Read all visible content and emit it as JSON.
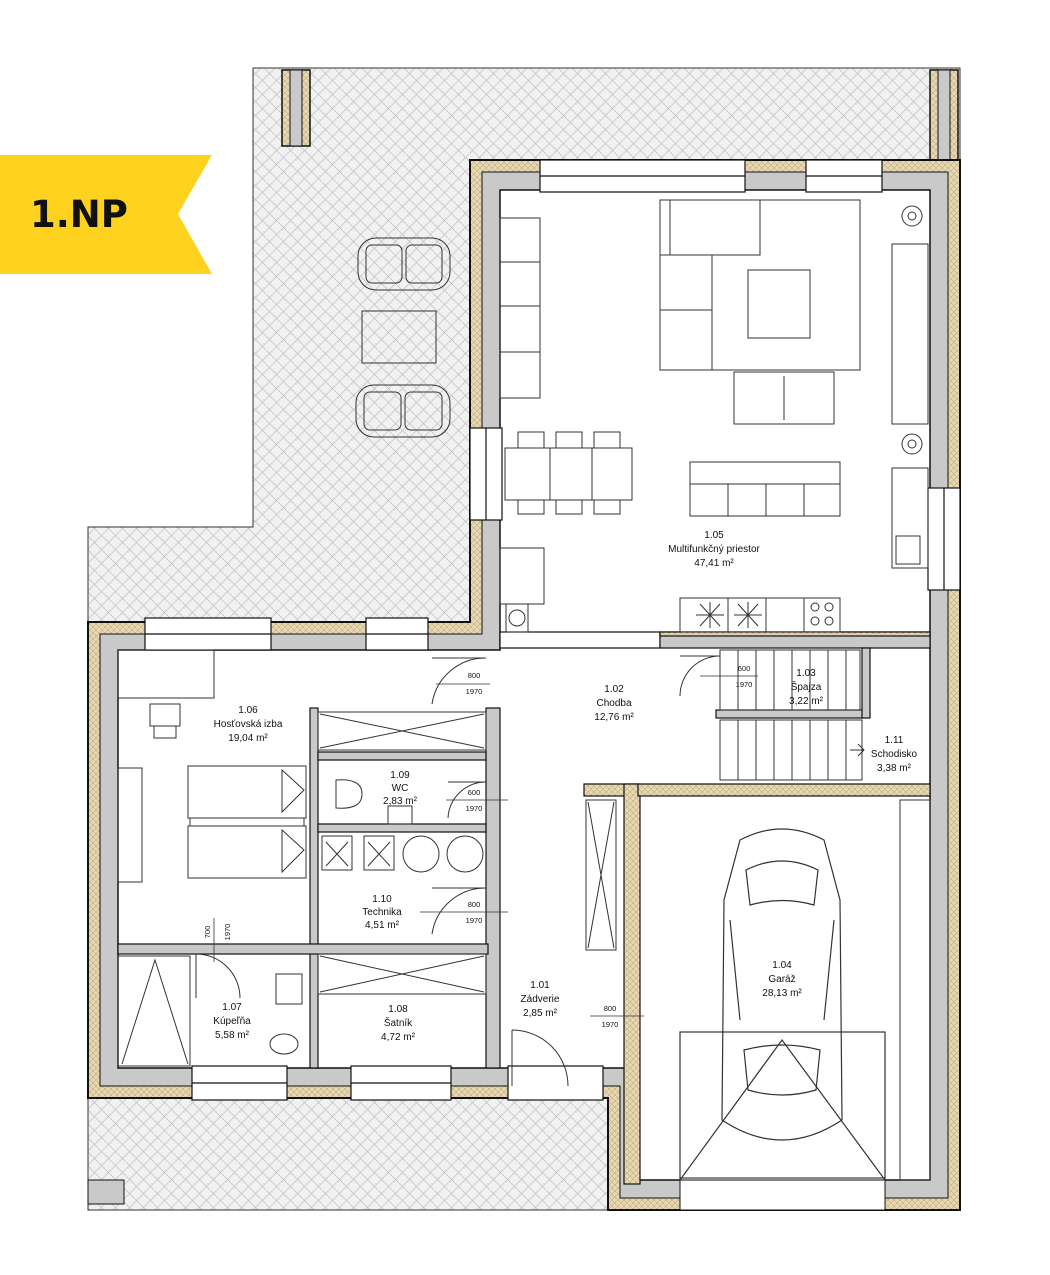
{
  "floor_label": "1.NP",
  "colors": {
    "badge": "#FFD21F",
    "wall": "#c9c9c9",
    "insulation": "#e6d7b4",
    "outline": "#111111"
  },
  "rooms": [
    {
      "number": "1.01",
      "name": "Zádverie",
      "area": "2,85 m²"
    },
    {
      "number": "1.02",
      "name": "Chodba",
      "area": "12,76 m²"
    },
    {
      "number": "1.03",
      "name": "Špajza",
      "area": "3,22 m²"
    },
    {
      "number": "1.04",
      "name": "Garáž",
      "area": "28,13 m²"
    },
    {
      "number": "1.05",
      "name": "Multifunkčný priestor",
      "area": "47,41 m²"
    },
    {
      "number": "1.06",
      "name": "Hosťovská izba",
      "area": "19,04 m²"
    },
    {
      "number": "1.07",
      "name": "Kúpeľňa",
      "area": "5,58 m²"
    },
    {
      "number": "1.08",
      "name": "Šatník",
      "area": "4,72 m²"
    },
    {
      "number": "1.09",
      "name": "WC",
      "area": "2,83 m²"
    },
    {
      "number": "1.10",
      "name": "Technika",
      "area": "4,51 m²"
    },
    {
      "number": "1.11",
      "name": "Schodisko",
      "area": "3,38 m²"
    }
  ],
  "doors": [
    {
      "width": "800",
      "height": "1970"
    },
    {
      "width": "600",
      "height": "1970"
    },
    {
      "width": "600",
      "height": "1970"
    },
    {
      "width": "800",
      "height": "1970"
    },
    {
      "width": "700",
      "height": "1970"
    },
    {
      "width": "800",
      "height": "1970"
    }
  ]
}
